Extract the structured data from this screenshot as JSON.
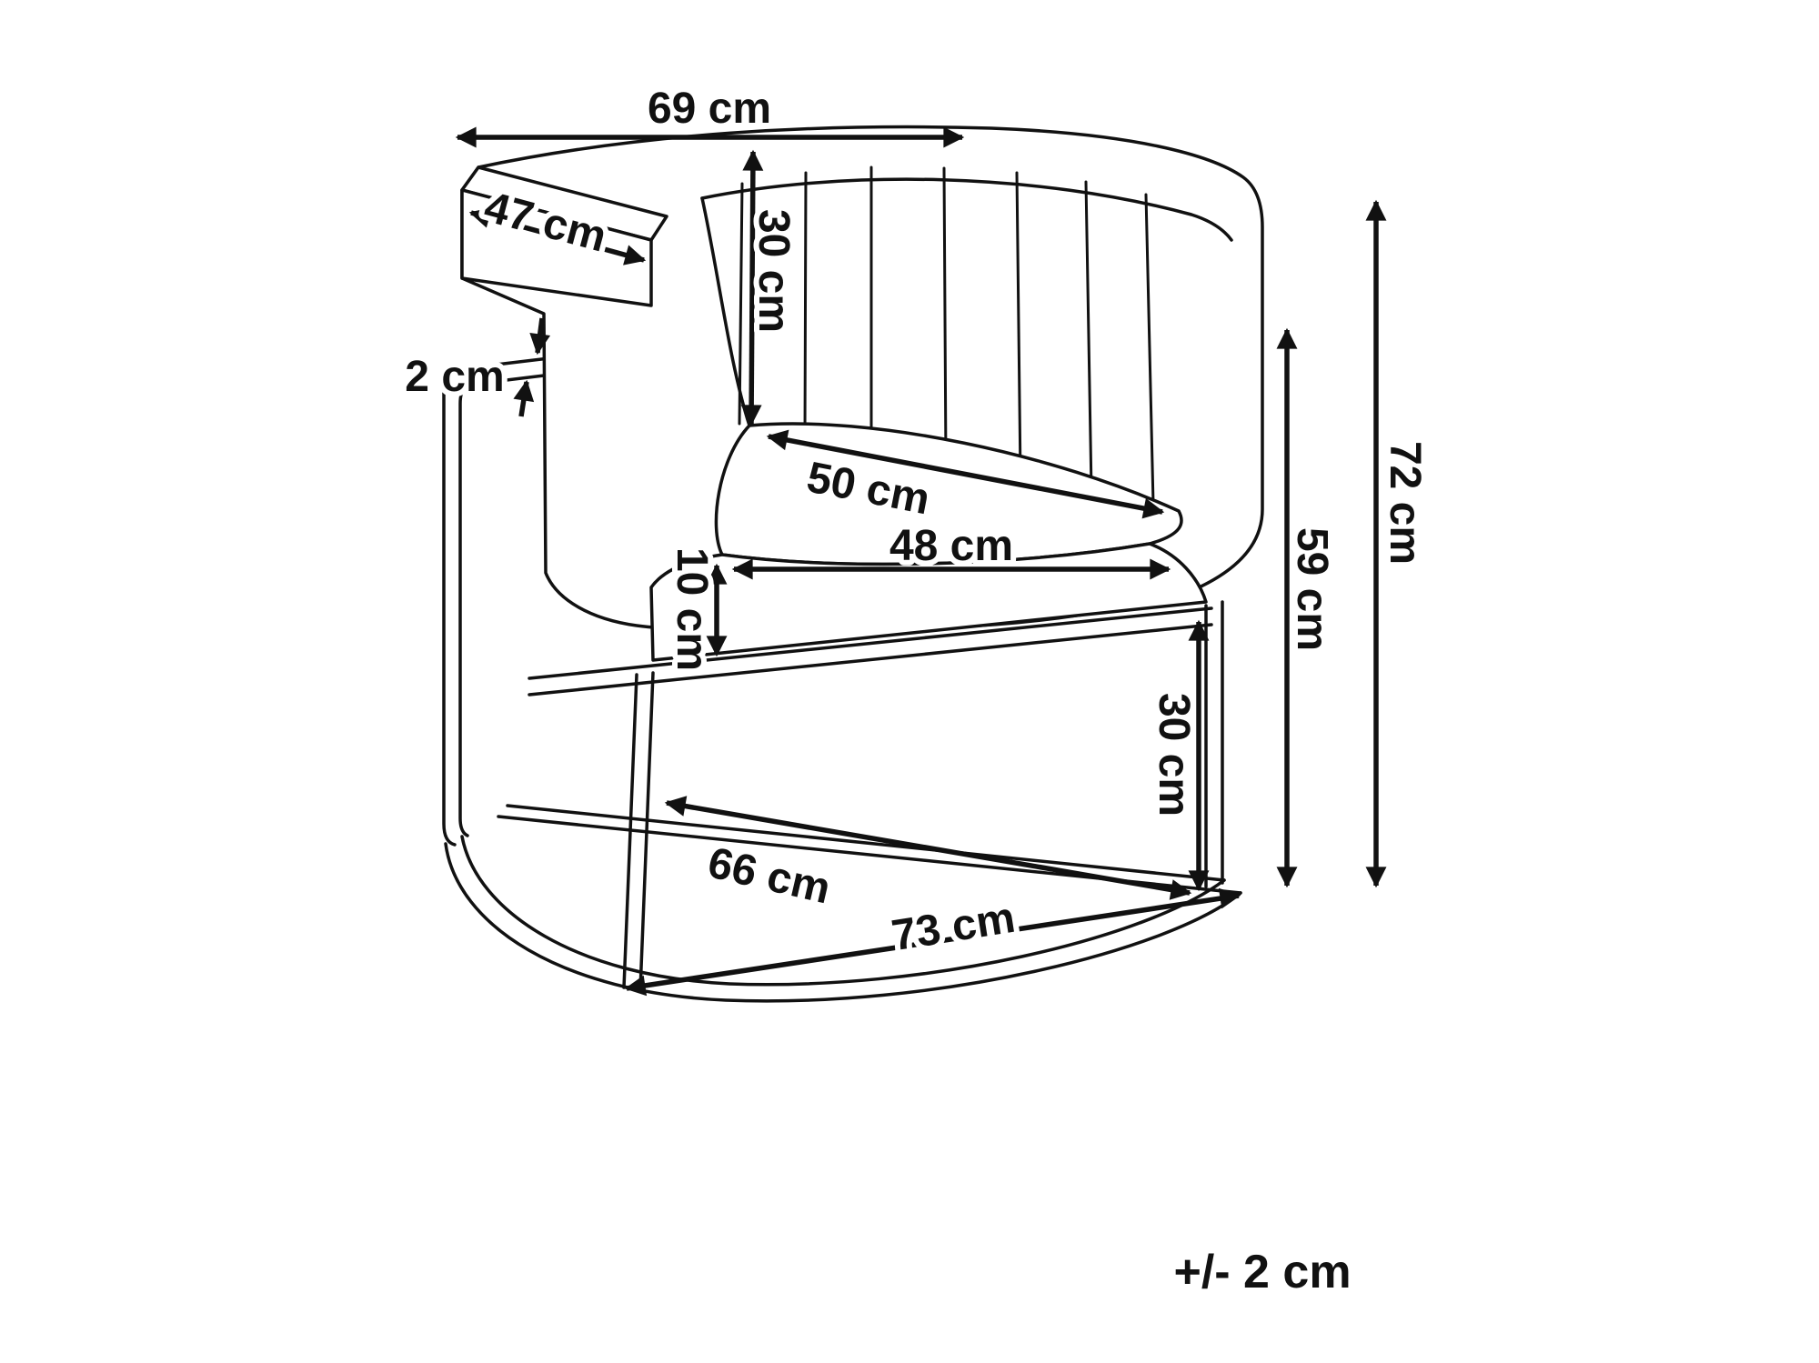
{
  "diagram": {
    "subject": "armchair-dimension-drawing",
    "labels": {
      "overall_width": "69 cm",
      "arm_depth": "47 cm",
      "backrest_height": "30 cm",
      "frame_thickness": "2 cm",
      "seat_depth": "50 cm",
      "seat_width": "48 cm",
      "cushion_thickness": "10 cm",
      "arm_height": "59 cm",
      "overall_height": "72 cm",
      "base_height": "30 cm",
      "base_depth": "66 cm",
      "base_width": "73 cm",
      "tolerance": "+/- 2 cm"
    },
    "colors": {
      "line": "#111111",
      "background": "#ffffff"
    }
  }
}
